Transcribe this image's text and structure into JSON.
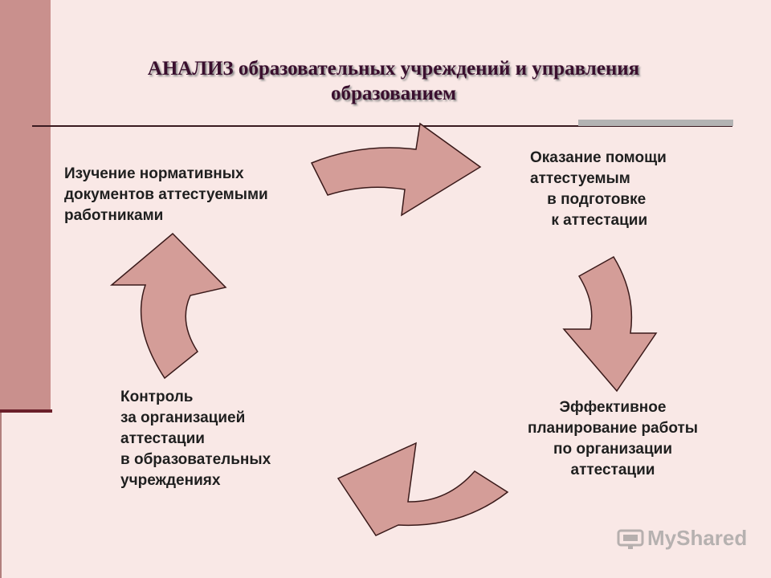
{
  "slide": {
    "title_line1": "АНАЛИЗ образовательных учреждений и управления",
    "title_line2": "образованием"
  },
  "nodes": {
    "study": "Изучение нормативных\nдокументов аттестуемыми\nработниками",
    "help": "Оказание помощи\nаттестуемым\n    в подготовке\n     к аттестации",
    "planning": "Эффективное\nпланирование работы\nпо организации\nаттестации",
    "control": "Контроль\nза организацией\nаттестации\nв образовательных\nучреждениях"
  },
  "watermark": {
    "text": "MyShared",
    "icon": "projector-icon"
  },
  "colors": {
    "background": "#f9e8e6",
    "accent_bar": "#c9908d",
    "arrow_fill": "#d49d98",
    "title_color": "#3a0f2e"
  }
}
